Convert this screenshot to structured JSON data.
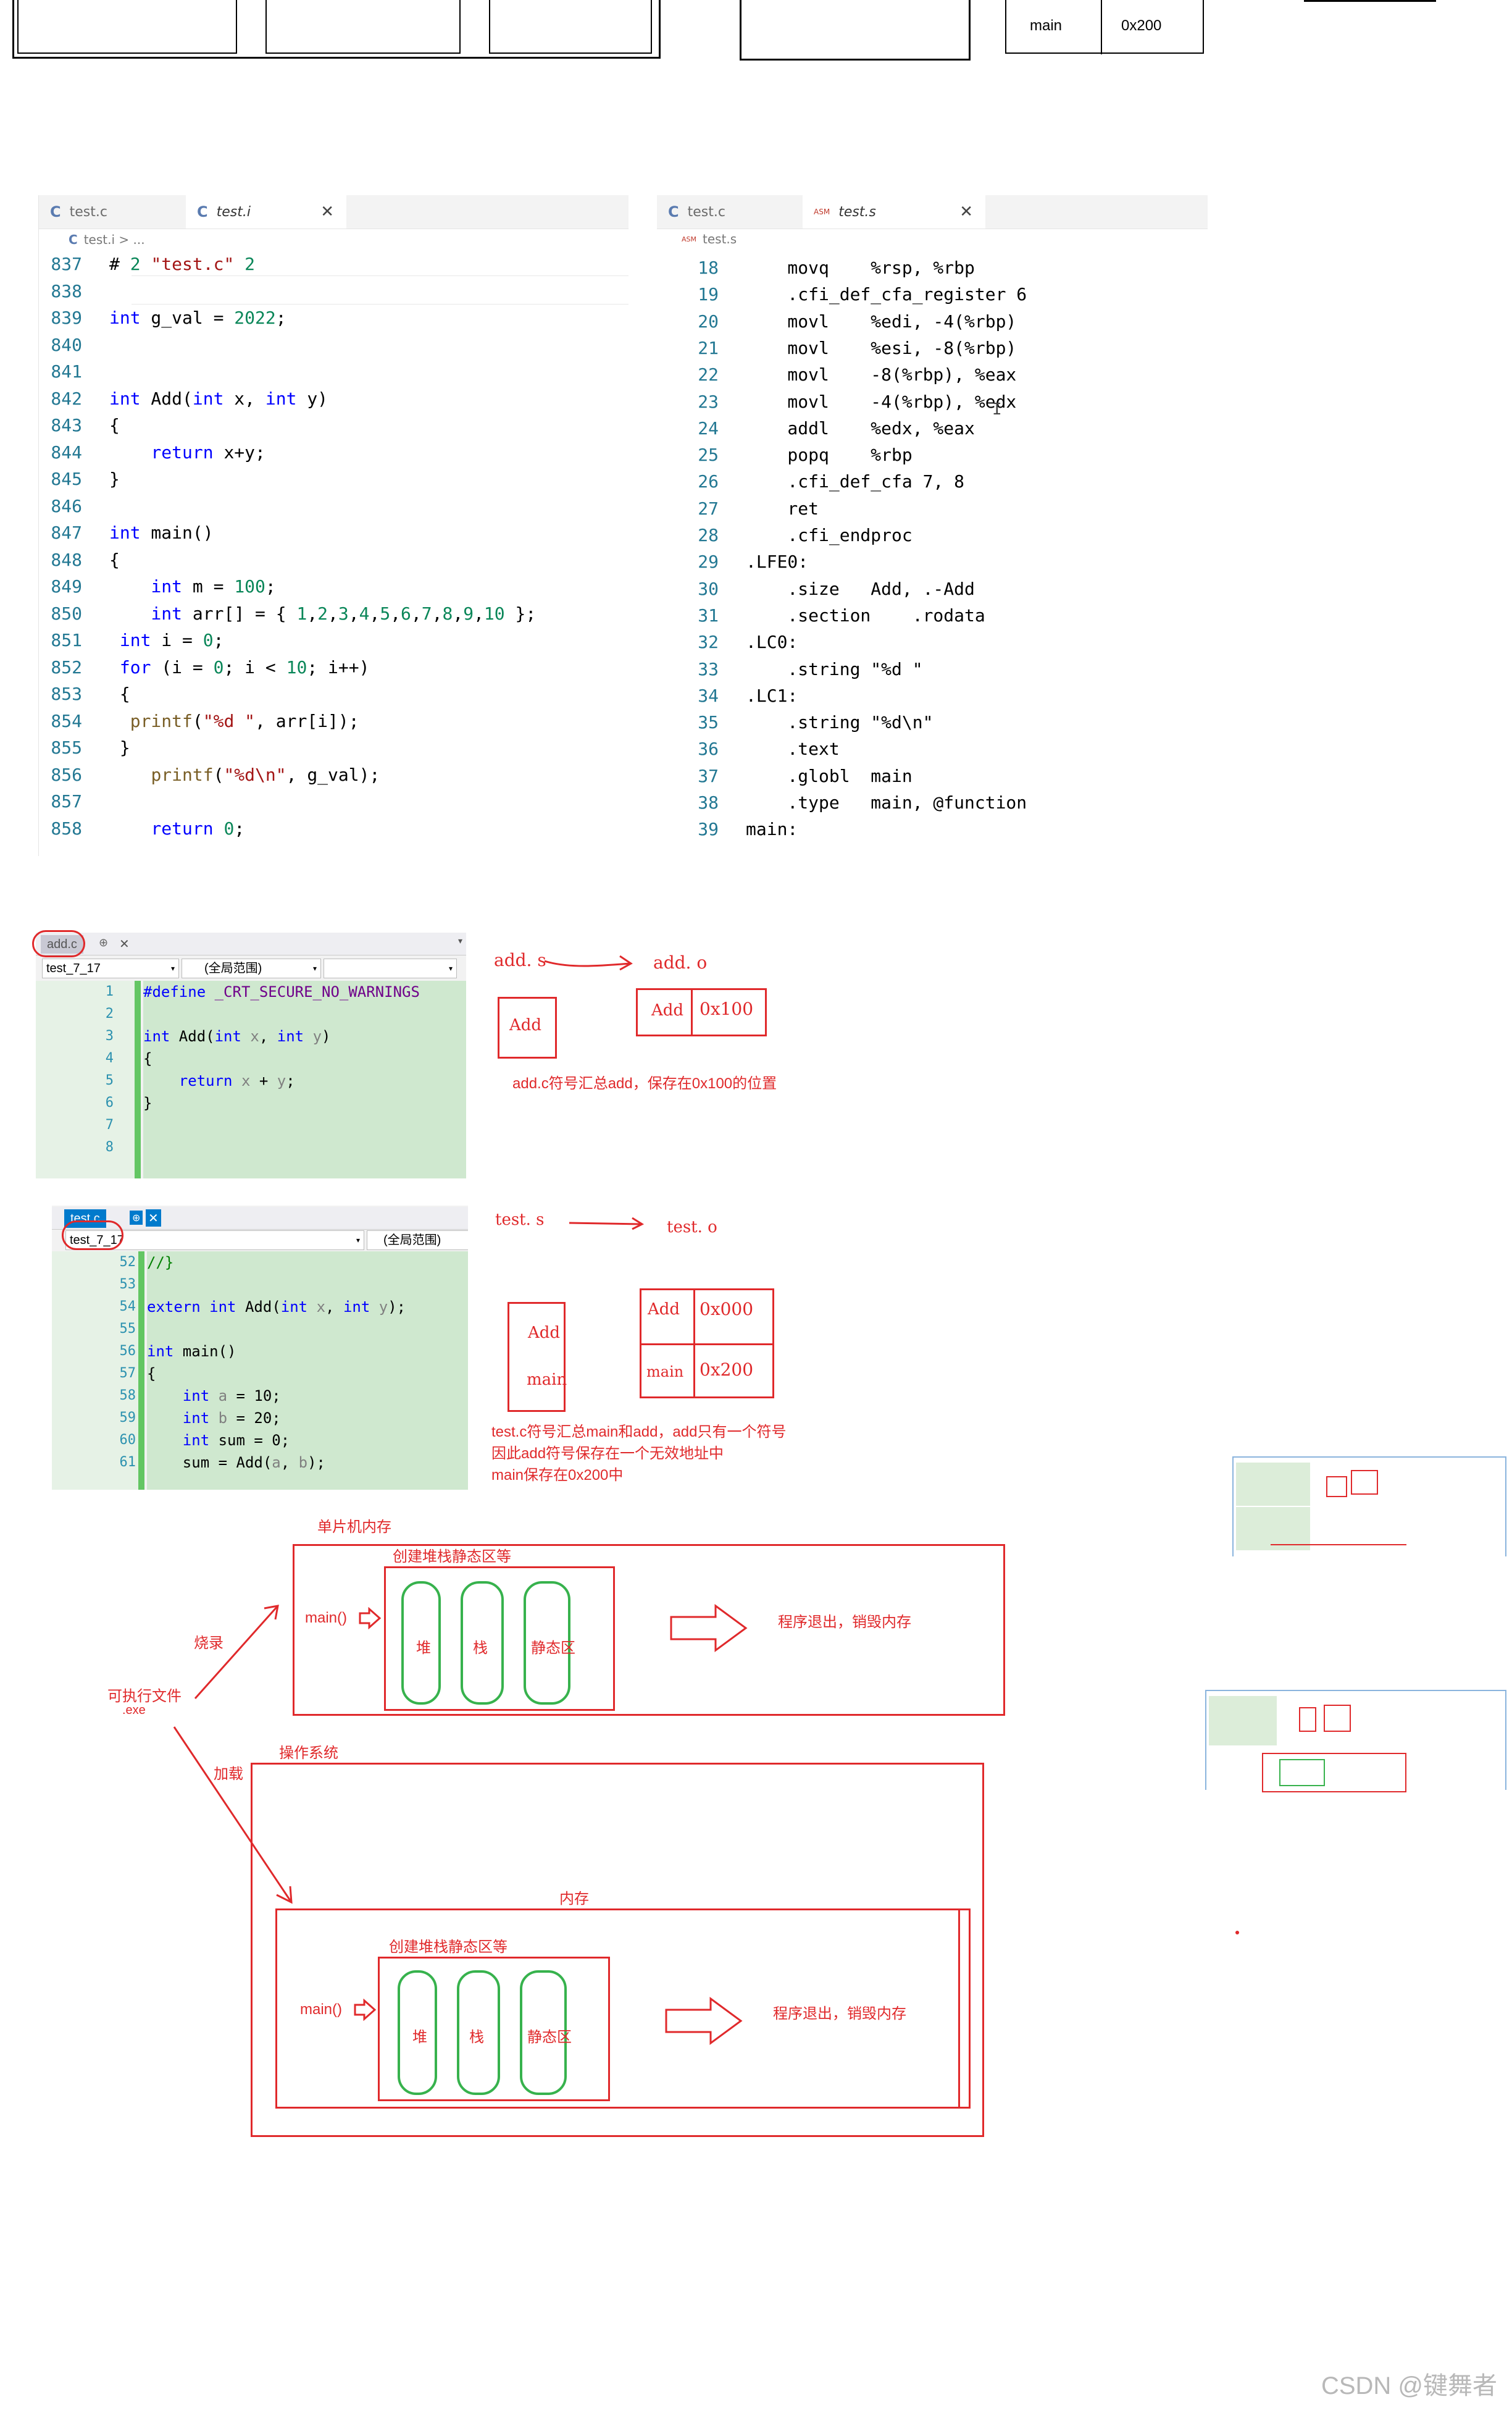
{
  "top_fragment": {
    "table_cells": [
      "main",
      "0x200"
    ]
  },
  "editor_c": {
    "tabs": [
      "test.c",
      "test.i"
    ],
    "active_tab": "test.i",
    "close_glyph": "✕",
    "breadcrumb": "test.i > ...",
    "lines": [
      {
        "n": "837",
        "t": "# 2 \"test.c\" 2"
      },
      {
        "n": "838",
        "t": ""
      },
      {
        "n": "839",
        "t": "int g_val = 2022;"
      },
      {
        "n": "840",
        "t": ""
      },
      {
        "n": "841",
        "t": ""
      },
      {
        "n": "842",
        "t": "int Add(int x, int y)"
      },
      {
        "n": "843",
        "t": "{"
      },
      {
        "n": "844",
        "t": "    return x+y;"
      },
      {
        "n": "845",
        "t": "}"
      },
      {
        "n": "846",
        "t": ""
      },
      {
        "n": "847",
        "t": "int main()"
      },
      {
        "n": "848",
        "t": "{"
      },
      {
        "n": "849",
        "t": "    int m = 100;"
      },
      {
        "n": "850",
        "t": "    int arr[] = { 1,2,3,4,5,6,7,8,9,10 };"
      },
      {
        "n": "851",
        "t": " int i = 0;"
      },
      {
        "n": "852",
        "t": " for (i = 0; i < 10; i++)"
      },
      {
        "n": "853",
        "t": " {"
      },
      {
        "n": "854",
        "t": "  printf(\"%d \", arr[i]);"
      },
      {
        "n": "855",
        "t": " }"
      },
      {
        "n": "856",
        "t": "    printf(\"%d\\n\", g_val);"
      },
      {
        "n": "857",
        "t": ""
      },
      {
        "n": "858",
        "t": "    return 0;"
      }
    ]
  },
  "editor_s": {
    "tabs": [
      "test.c",
      "test.s"
    ],
    "active_tab": "test.s",
    "close_glyph": "✕",
    "asm_tag": "ASM",
    "breadcrumb": "test.s",
    "lines": [
      {
        "n": "18",
        "t": "    movq    %rsp, %rbp"
      },
      {
        "n": "19",
        "t": "    .cfi_def_cfa_register 6"
      },
      {
        "n": "20",
        "t": "    movl    %edi, -4(%rbp)"
      },
      {
        "n": "21",
        "t": "    movl    %esi, -8(%rbp)"
      },
      {
        "n": "22",
        "t": "    movl    -8(%rbp), %eax"
      },
      {
        "n": "23",
        "t": "    movl    -4(%rbp), %edx"
      },
      {
        "n": "24",
        "t": "    addl    %edx, %eax"
      },
      {
        "n": "25",
        "t": "    popq    %rbp"
      },
      {
        "n": "26",
        "t": "    .cfi_def_cfa 7, 8"
      },
      {
        "n": "27",
        "t": "    ret"
      },
      {
        "n": "28",
        "t": "    .cfi_endproc"
      },
      {
        "n": "29",
        "t": ".LFE0:"
      },
      {
        "n": "30",
        "t": "    .size   Add, .-Add"
      },
      {
        "n": "31",
        "t": "    .section    .rodata"
      },
      {
        "n": "32",
        "t": ".LC0:"
      },
      {
        "n": "33",
        "t": "    .string \"%d \""
      },
      {
        "n": "34",
        "t": ".LC1:"
      },
      {
        "n": "35",
        "t": "    .string \"%d\\n\""
      },
      {
        "n": "36",
        "t": "    .text"
      },
      {
        "n": "37",
        "t": "    .globl  main"
      },
      {
        "n": "38",
        "t": "    .type   main, @function"
      },
      {
        "n": "39",
        "t": "main:"
      }
    ]
  },
  "vs_add": {
    "tab": "add.c",
    "tab_pin": "⊕",
    "tab_close": "✕",
    "project": "test_7_17",
    "scope": "(全局范围)",
    "lines": [
      {
        "n": "1",
        "t": "#define _CRT_SECURE_NO_WARNINGS"
      },
      {
        "n": "2",
        "t": ""
      },
      {
        "n": "3",
        "t": "int Add(int x, int y)"
      },
      {
        "n": "4",
        "t": "{"
      },
      {
        "n": "5",
        "t": "    return x + y;"
      },
      {
        "n": "6",
        "t": "}"
      },
      {
        "n": "7",
        "t": ""
      },
      {
        "n": "8",
        "t": ""
      }
    ]
  },
  "vs_test": {
    "tab": "test.c",
    "tab_pin": "⊕",
    "tab_close": "✕",
    "project": "test_7_17",
    "scope": "(全局范围)",
    "lines": [
      {
        "n": "52",
        "t": "//}"
      },
      {
        "n": "53",
        "t": ""
      },
      {
        "n": "54",
        "t": "extern int Add(int x, int y);"
      },
      {
        "n": "55",
        "t": ""
      },
      {
        "n": "56",
        "t": "int main()"
      },
      {
        "n": "57",
        "t": "{"
      },
      {
        "n": "58",
        "t": "    int a = 10;"
      },
      {
        "n": "59",
        "t": "    int b = 20;"
      },
      {
        "n": "60",
        "t": "    int sum = 0;"
      },
      {
        "n": "61",
        "t": "    sum = Add(a, b);"
      }
    ]
  },
  "notes_add": {
    "flow_from": "add. s",
    "flow_to": "add. o",
    "symbol": "Add",
    "table": [
      {
        "name": "Add",
        "addr": "0x100"
      }
    ],
    "caption": "add.c符号汇总add，保存在0x100的位置"
  },
  "notes_test": {
    "flow_from": "test. s",
    "flow_to": "test. o",
    "symbols": [
      "Add",
      "main"
    ],
    "table": [
      {
        "name": "Add",
        "addr": "0x000"
      },
      {
        "name": "main",
        "addr": "0x200"
      }
    ],
    "caption": [
      "test.c符号汇总main和add，add只有一个符号",
      "因此add符号保存在一个无效地址中",
      "main保存在0x200中"
    ]
  },
  "diagram": {
    "mcu_title": "单片机内存",
    "create_label": "创建堆栈静态区等",
    "main_label": "main()",
    "heap": "堆",
    "stack": "栈",
    "static": "静态区",
    "exit_label": "程序退出，销毁内存",
    "burn": "烧录",
    "exe_label": "可执行文件",
    "exe_ext": ".exe",
    "load": "加载",
    "os_title": "操作系统",
    "mem_title": "内存"
  },
  "watermark": "CSDN @键舞者"
}
